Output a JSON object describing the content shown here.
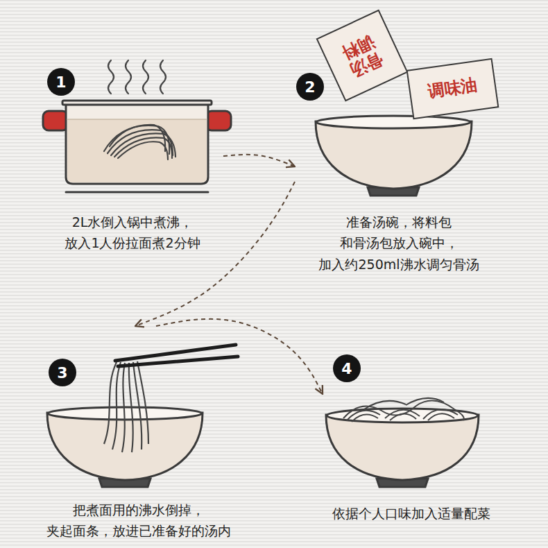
{
  "diagram": {
    "nodes": [
      {
        "text": [
          "1",
          "2L水倒入锅中煮沸， 放入1人份拉面煮2分钟"
        ]
      },
      {
        "text": [
          "2",
          "准备汤碗，将料包 和骨汤包放入碗中， 加入约250ml沸水调匀骨汤"
        ]
      },
      {
        "text": [
          "骨汤调料"
        ],
        "in": 1
      },
      {
        "text": [
          "调味油"
        ],
        "in": 1
      },
      {
        "text": [
          "3",
          "把煮面用的沸水倒掉， 夹起面条，放进已准备好的汤内"
        ]
      },
      {
        "text": [
          "4",
          "依据个人口味加入适量配菜"
        ]
      }
    ],
    "edges": [
      {
        "from": 0,
        "to": 1,
        "arrow": "to"
      },
      {
        "from": 1,
        "to": 4,
        "arrow": "to"
      },
      {
        "from": 4,
        "to": 5,
        "arrow": "to"
      }
    ]
  }
}
